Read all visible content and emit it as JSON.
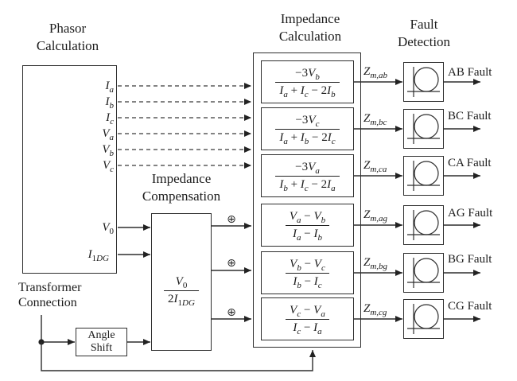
{
  "titles": {
    "phasor": {
      "line1": "Phasor",
      "line2": "Calculation"
    },
    "impedance_compensation": {
      "line1": "Impedance",
      "line2": "Compensation"
    },
    "impedance_calculation": {
      "line1": "Impedance",
      "line2": "Calculation"
    },
    "fault_detection": {
      "line1": "Fault",
      "line2": "Detection"
    },
    "transformer_connection": {
      "line1": "Transformer",
      "line2": "Connection"
    }
  },
  "angle_shift": {
    "line1": "Angle",
    "line2": "Shift"
  },
  "icons": {
    "sum_junction_symbol": "⊕"
  },
  "phasor_outputs": {
    "ia": [
      {
        "t": "I",
        "i": 1
      },
      {
        "t": "a",
        "i": 1,
        "sub": 1
      }
    ],
    "ib": [
      {
        "t": "I",
        "i": 1
      },
      {
        "t": "b",
        "i": 1,
        "sub": 1
      }
    ],
    "ic": [
      {
        "t": "I",
        "i": 1
      },
      {
        "t": "c",
        "i": 1,
        "sub": 1
      }
    ],
    "va": [
      {
        "t": "V",
        "i": 1
      },
      {
        "t": "a",
        "i": 1,
        "sub": 1
      }
    ],
    "vb": [
      {
        "t": "V",
        "i": 1
      },
      {
        "t": "b",
        "i": 1,
        "sub": 1
      }
    ],
    "vc": [
      {
        "t": "V",
        "i": 1
      },
      {
        "t": "c",
        "i": 1,
        "sub": 1
      }
    ],
    "v0": [
      {
        "t": "V",
        "i": 1
      },
      {
        "t": "0",
        "sub": 1
      }
    ],
    "i1dg": [
      {
        "t": "I",
        "i": 1
      },
      {
        "t": "1",
        "sub": 1
      },
      {
        "t": "DG",
        "i": 1,
        "sub": 1
      }
    ]
  },
  "compensation": {
    "formula": {
      "num": [
        {
          "t": "V",
          "i": 1
        },
        {
          "t": "0",
          "sub": 1
        }
      ],
      "den": [
        {
          "t": "2"
        },
        {
          "t": "I",
          "i": 1
        },
        {
          "t": "1",
          "sub": 1
        },
        {
          "t": "DG",
          "i": 1,
          "sub": 1
        }
      ]
    }
  },
  "impedance_calculation": {
    "units": [
      {
        "num": [
          {
            "t": "−3"
          },
          {
            "t": "V",
            "i": 1
          },
          {
            "t": "b",
            "i": 1,
            "sub": 1
          }
        ],
        "den": [
          {
            "t": "I",
            "i": 1
          },
          {
            "t": "a",
            "i": 1,
            "sub": 1
          },
          {
            "t": " + "
          },
          {
            "t": "I",
            "i": 1
          },
          {
            "t": "c",
            "i": 1,
            "sub": 1
          },
          {
            "t": " − 2"
          },
          {
            "t": "I",
            "i": 1
          },
          {
            "t": "b",
            "i": 1,
            "sub": 1
          }
        ],
        "z": [
          {
            "t": "Z",
            "i": 1
          },
          {
            "t": "m,ab",
            "i": 1,
            "sub": 1
          }
        ]
      },
      {
        "num": [
          {
            "t": "−3"
          },
          {
            "t": "V",
            "i": 1
          },
          {
            "t": "c",
            "i": 1,
            "sub": 1
          }
        ],
        "den": [
          {
            "t": "I",
            "i": 1
          },
          {
            "t": "a",
            "i": 1,
            "sub": 1
          },
          {
            "t": " + "
          },
          {
            "t": "I",
            "i": 1
          },
          {
            "t": "b",
            "i": 1,
            "sub": 1
          },
          {
            "t": " − 2"
          },
          {
            "t": "I",
            "i": 1
          },
          {
            "t": "c",
            "i": 1,
            "sub": 1
          }
        ],
        "z": [
          {
            "t": "Z",
            "i": 1
          },
          {
            "t": "m,bc",
            "i": 1,
            "sub": 1
          }
        ]
      },
      {
        "num": [
          {
            "t": "−3"
          },
          {
            "t": "V",
            "i": 1
          },
          {
            "t": "a",
            "i": 1,
            "sub": 1
          }
        ],
        "den": [
          {
            "t": "I",
            "i": 1
          },
          {
            "t": "b",
            "i": 1,
            "sub": 1
          },
          {
            "t": " + "
          },
          {
            "t": "I",
            "i": 1
          },
          {
            "t": "c",
            "i": 1,
            "sub": 1
          },
          {
            "t": " − 2"
          },
          {
            "t": "I",
            "i": 1
          },
          {
            "t": "a",
            "i": 1,
            "sub": 1
          }
        ],
        "z": [
          {
            "t": "Z",
            "i": 1
          },
          {
            "t": "m,ca",
            "i": 1,
            "sub": 1
          }
        ]
      },
      {
        "num": [
          {
            "t": "V",
            "i": 1
          },
          {
            "t": "a",
            "i": 1,
            "sub": 1
          },
          {
            "t": " − "
          },
          {
            "t": "V",
            "i": 1
          },
          {
            "t": "b",
            "i": 1,
            "sub": 1
          }
        ],
        "den": [
          {
            "t": "I",
            "i": 1
          },
          {
            "t": "a",
            "i": 1,
            "sub": 1
          },
          {
            "t": " − "
          },
          {
            "t": "I",
            "i": 1
          },
          {
            "t": "b",
            "i": 1,
            "sub": 1
          }
        ],
        "z": [
          {
            "t": "Z",
            "i": 1
          },
          {
            "t": "m,ag",
            "i": 1,
            "sub": 1
          }
        ]
      },
      {
        "num": [
          {
            "t": "V",
            "i": 1
          },
          {
            "t": "b",
            "i": 1,
            "sub": 1
          },
          {
            "t": " − "
          },
          {
            "t": "V",
            "i": 1
          },
          {
            "t": "c",
            "i": 1,
            "sub": 1
          }
        ],
        "den": [
          {
            "t": "I",
            "i": 1
          },
          {
            "t": "b",
            "i": 1,
            "sub": 1
          },
          {
            "t": " − "
          },
          {
            "t": "I",
            "i": 1
          },
          {
            "t": "c",
            "i": 1,
            "sub": 1
          }
        ],
        "z": [
          {
            "t": "Z",
            "i": 1
          },
          {
            "t": "m,bg",
            "i": 1,
            "sub": 1
          }
        ]
      },
      {
        "num": [
          {
            "t": "V",
            "i": 1
          },
          {
            "t": "c",
            "i": 1,
            "sub": 1
          },
          {
            "t": " − "
          },
          {
            "t": "V",
            "i": 1
          },
          {
            "t": "a",
            "i": 1,
            "sub": 1
          }
        ],
        "den": [
          {
            "t": "I",
            "i": 1
          },
          {
            "t": "c",
            "i": 1,
            "sub": 1
          },
          {
            "t": " − "
          },
          {
            "t": "I",
            "i": 1
          },
          {
            "t": "a",
            "i": 1,
            "sub": 1
          }
        ],
        "z": [
          {
            "t": "Z",
            "i": 1
          },
          {
            "t": "m,cg",
            "i": 1,
            "sub": 1
          }
        ]
      }
    ]
  },
  "fault_detection": {
    "outputs": [
      "AB Fault",
      "BC Fault",
      "CA Fault",
      "AG Fault",
      "BG Fault",
      "CG Fault"
    ]
  },
  "colors": {
    "line": "#2e2e2e",
    "dashed_line": "#5a5a5a",
    "text": "#1c1c1c",
    "background": "#ffffff"
  }
}
